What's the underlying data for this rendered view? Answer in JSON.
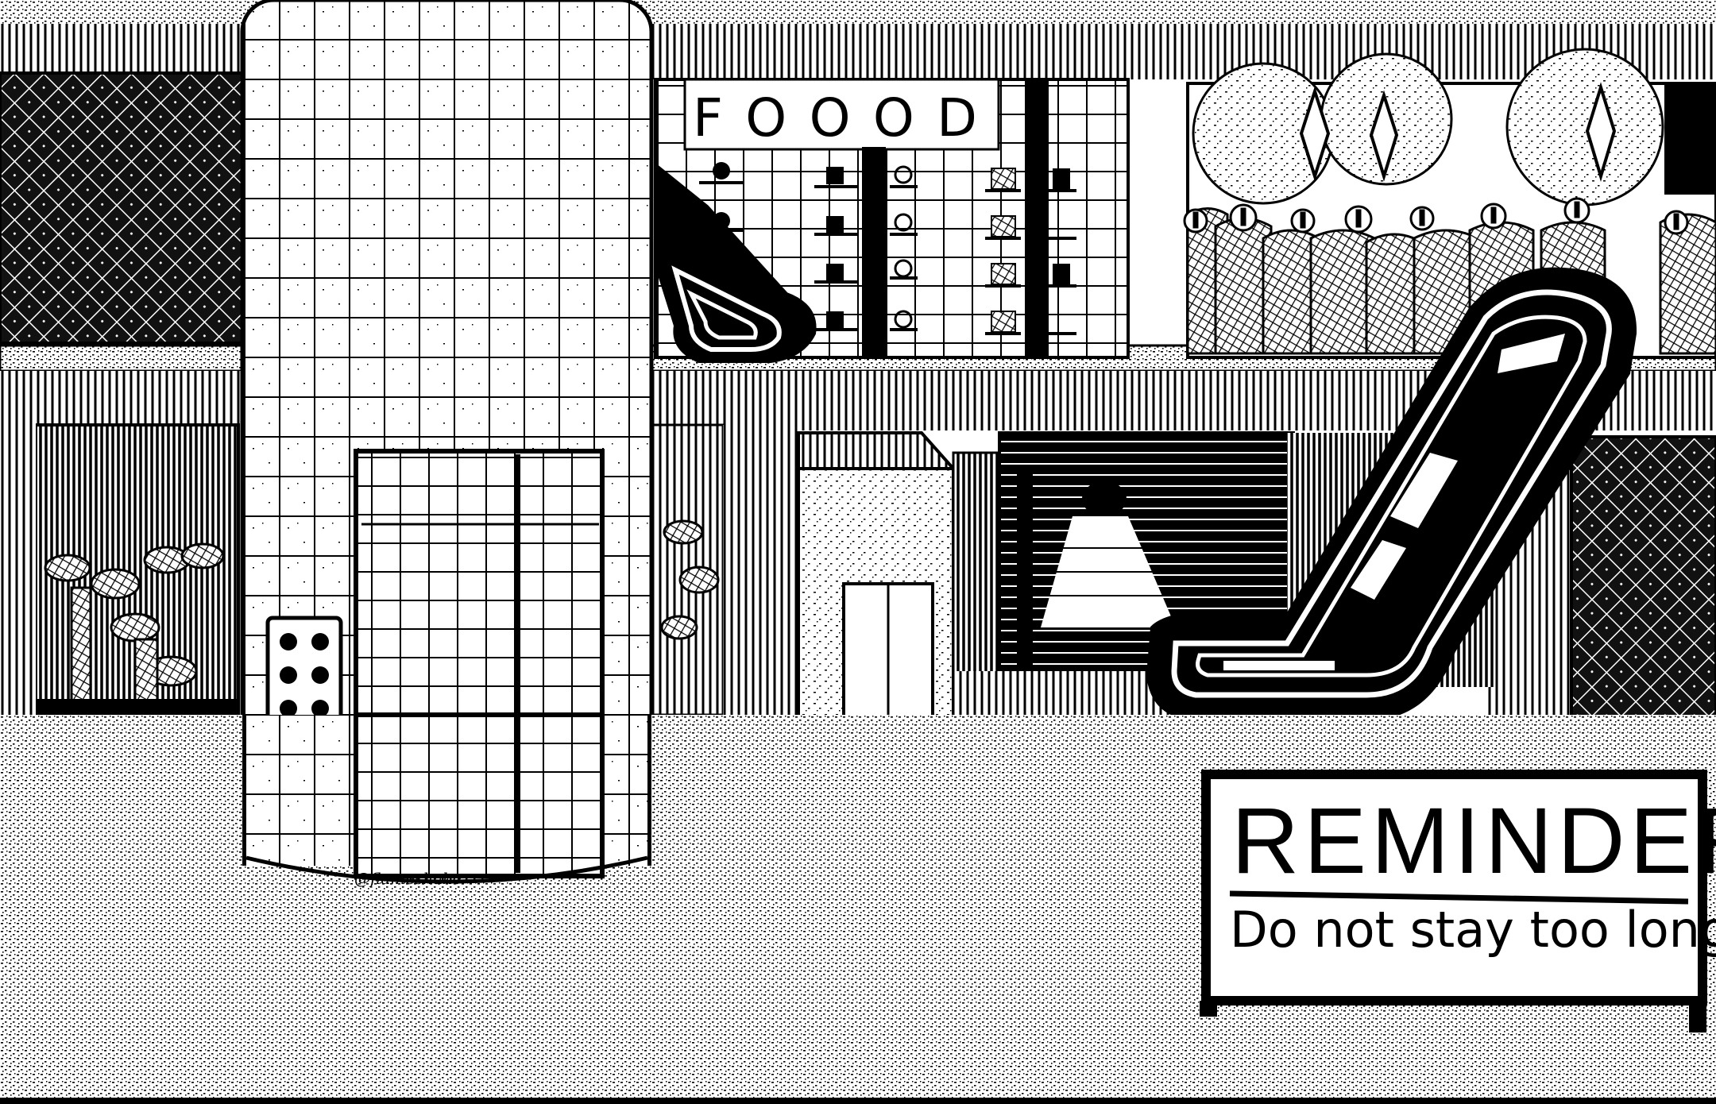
{
  "illustration": {
    "style": "black ink pen drawing on white paper",
    "colors": {
      "ink": "#000000",
      "paper": "#ffffff"
    }
  },
  "food_sign": {
    "letters": [
      "F",
      "O",
      "O",
      "O",
      "D"
    ]
  },
  "reminder_sign": {
    "title": "REMINDER",
    "message": "Do not stay too long"
  },
  "signature": "@flameshake"
}
